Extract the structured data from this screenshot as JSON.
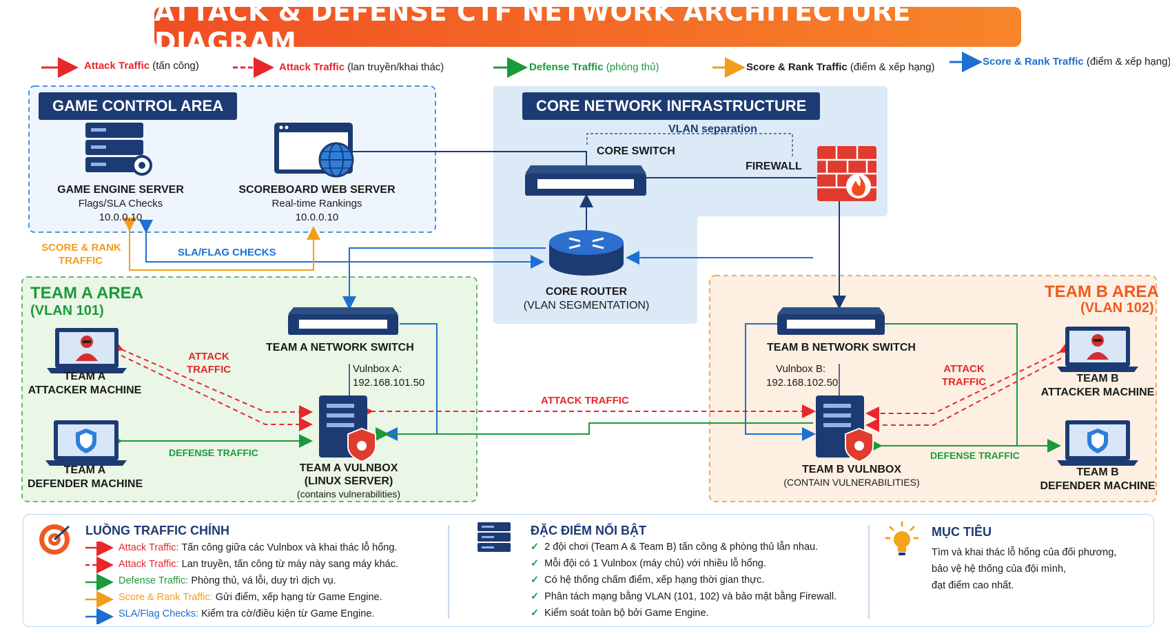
{
  "title": "ATTACK & DEFENSE CTF NETWORK ARCHITECTURE DIAGRAM",
  "legend": [
    {
      "key": "Attack Traffic",
      "desc": "(tấn công)",
      "color": "#e8262b",
      "style": "solid"
    },
    {
      "key": "Attack Traffic",
      "desc": "(lan truyền/khai thác)",
      "color": "#e8262b",
      "style": "dashed"
    },
    {
      "key": "Defense Traffic",
      "desc": "(phòng thủ)",
      "color": "#1a9a3c",
      "style": "solid"
    },
    {
      "key": "Score & Rank Traffic",
      "desc": "(điểm & xếp hạng)",
      "color": "#f29d1e",
      "style": "solid"
    },
    {
      "key": "Score & Rank Traffic",
      "desc": "(điểm & xếp hạng)",
      "color": "#1d6fd1",
      "style": "solid"
    }
  ],
  "game_control": {
    "heading": "GAME CONTROL AREA",
    "engine": {
      "name": "GAME ENGINE SERVER",
      "desc": "Flags/SLA Checks",
      "ip": "10.0.0.10"
    },
    "scoreboard": {
      "name": "SCOREBOARD WEB SERVER",
      "desc": "Real-time Rankings",
      "ip": "10.0.0.10"
    }
  },
  "core": {
    "heading": "CORE NETWORK INFRASTRUCTURE",
    "vlan_sep": "VLAN separation",
    "switch": "CORE SWITCH",
    "firewall": "FIREWALL",
    "router": "CORE ROUTER",
    "router_sub": "(VLAN SEGMENTATION)"
  },
  "flow_labels": {
    "score_rank_1": "SCORE & RANK",
    "score_rank_2": "TRAFFIC",
    "sla_flag": "SLA/FLAG CHECKS",
    "attack_left_1": "ATTACK",
    "attack_left_2": "TRAFFIC",
    "attack_mid": "ATTACK TRAFFIC",
    "attack_right_1": "ATTACK",
    "attack_right_2": "TRAFFIC",
    "defense_left": "DEFENSE TRAFFIC",
    "defense_right": "DEFENSE TRAFFIC"
  },
  "team_a": {
    "title": "TEAM A AREA",
    "vlan": "(VLAN 101)",
    "attacker_1": "TEAM A",
    "attacker_2": "ATTACKER MACHINE",
    "defender_1": "TEAM A",
    "defender_2": "DEFENDER MACHINE",
    "switch": "TEAM A NETWORK SWITCH",
    "vulnbox_label": "Vulnbox A:",
    "vulnbox_ip": "192.168.101.50",
    "vulnbox_1": "TEAM A VULNBOX",
    "vulnbox_2": "(LINUX SERVER)",
    "vulnbox_3": "(contains vulnerabilities)"
  },
  "team_b": {
    "title": "TEAM B AREA",
    "vlan": "(VLAN 102)",
    "attacker_1": "TEAM B",
    "attacker_2": "ATTACKER MACHINE",
    "defender_1": "TEAM B",
    "defender_2": "DEFENDER MACHINE",
    "switch": "TEAM B NETWORK SWITCH",
    "vulnbox_label": "Vulnbox B:",
    "vulnbox_ip": "192.168.102.50",
    "vulnbox_1": "TEAM B VULNBOX",
    "vulnbox_2": "(CONTAIN VULNERABILITIES)"
  },
  "bottom": {
    "traffic": {
      "heading": "LUỒNG TRAFFIC CHÍNH",
      "rows": [
        {
          "key": "Attack Traffic:",
          "text": "Tấn công giữa các Vulnbox và khai thác lỗ hổng."
        },
        {
          "key": "Attack Traffic:",
          "text": "Lan truyền, tấn công từ máy này sang máy khác."
        },
        {
          "key": "Defense Traffic:",
          "text": "Phòng thủ, vá lỗi, duy trì dịch vụ."
        },
        {
          "key": "Score & Rank Traffic:",
          "text": "Gửi điểm, xếp hạng từ Game Engine."
        },
        {
          "key": "SLA/Flag Checks:",
          "text": "Kiểm tra cờ/điều kiện từ Game Engine."
        }
      ]
    },
    "features": {
      "heading": "ĐẶC ĐIỂM NỔI BẬT",
      "items": [
        "2 đội chơi (Team A & Team B) tấn công & phòng thủ lẫn nhau.",
        "Mỗi đội có 1 Vulnbox (máy chủ) với nhiều lỗ hổng.",
        "Có hệ thống chấm điểm, xếp hạng thời gian thực.",
        "Phân tách mạng bằng VLAN (101, 102) và bảo mật bằng Firewall.",
        "Kiểm soát toàn bộ bởi Game Engine."
      ]
    },
    "goal": {
      "heading": "MỤC TIÊU",
      "lines": [
        "Tìm và khai thác lỗ hổng của đối phương,",
        "bảo vệ hệ thống của đội mình,",
        "đạt điểm cao nhất."
      ]
    }
  },
  "colors": {
    "attack": "#e8262b",
    "defense": "#1a9a3c",
    "score": "#f29d1e",
    "sla": "#1d6fd1",
    "navy": "#1d3b73"
  }
}
